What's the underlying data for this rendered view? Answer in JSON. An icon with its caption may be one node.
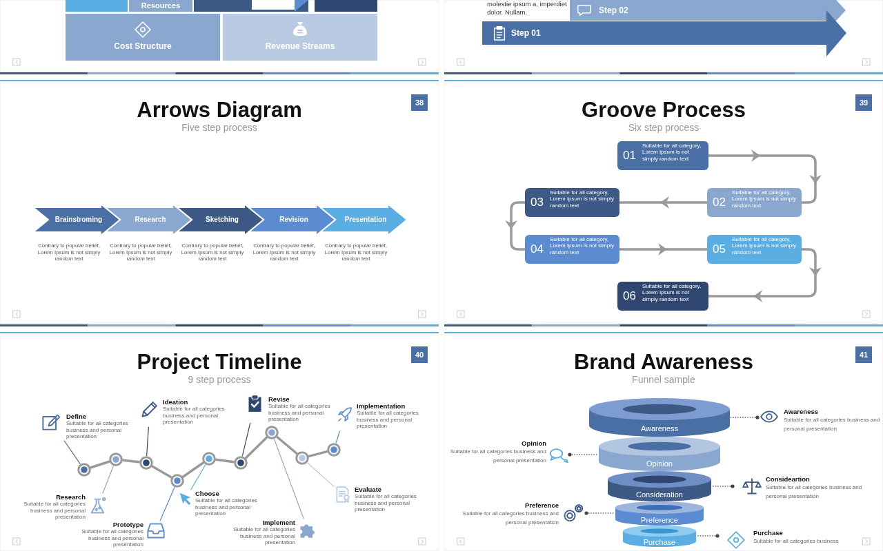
{
  "diagram": {
    "nodes": [
      {
        "text": [],
        "shape": "box"
      },
      {
        "text": [],
        "shape": "box",
        "in": 0
      },
      {
        "text": [
          "Resources"
        ],
        "in": 0
      },
      {
        "text": [],
        "shape": "box",
        "in": 0
      },
      {
        "text": [],
        "shape": "box",
        "in": 0
      },
      {
        "text": [
          "Cost Structure"
        ],
        "in": 0
      },
      {
        "text": [
          "Revenue Streams"
        ],
        "in": 0
      },
      {
        "text": [],
        "shape": "box"
      },
      {
        "text": [
          "Step 02"
        ],
        "in": 7
      },
      {
        "text": [
          "Step 01"
        ],
        "in": 7
      },
      {
        "text": [
          "Arrows Diagram",
          "Five step process"
        ]
      },
      {
        "text": [
          "38"
        ],
        "in": 10
      },
      {
        "text": [
          "Brainstroming"
        ],
        "in": 10,
        "beside": [
          "Contrary to popular belief, Lorem Ipsum is not simply random text"
        ]
      },
      {
        "text": [
          "Research"
        ],
        "in": 10,
        "beside": [
          "Contrary to popular belief, Lorem Ipsum is not simply random text"
        ]
      },
      {
        "text": [
          "Sketching"
        ],
        "in": 10,
        "beside": [
          "Contrary to popular belief, Lorem Ipsum is not simply random text"
        ]
      },
      {
        "text": [
          "Revision"
        ],
        "in": 10,
        "beside": [
          "Contrary to popular belief, Lorem Ipsum is not simply random text"
        ]
      },
      {
        "text": [
          "Presentation"
        ],
        "in": 10,
        "beside": [
          "Contrary to popular belief, Lorem Ipsum is not simply random text"
        ]
      },
      {
        "text": [
          "Groove Process",
          "Six step process"
        ]
      },
      {
        "text": [
          "39"
        ],
        "in": 17
      },
      {
        "text": [
          "01",
          "Suitable for all category, Lorem Ipsum is not simply random text"
        ],
        "in": 17
      },
      {
        "text": [
          "02",
          "Suitable for all category, Lorem Ipsum is not simply random text"
        ],
        "in": 17
      },
      {
        "text": [
          "03",
          "Suitable for all category, Lorem Ipsum is not simply random text"
        ],
        "in": 17
      },
      {
        "text": [
          "04",
          "Suitable for all category, Lorem Ipsum is not simply random text"
        ],
        "in": 17
      },
      {
        "text": [
          "05",
          "Suitable for all category, Lorem Ipsum is not simply random text"
        ],
        "in": 17
      },
      {
        "text": [
          "06",
          "Suitable for all category, Lorem Ipsum is not simply random text"
        ],
        "in": 17
      },
      {
        "text": [
          "Project Timeline",
          "9 step process"
        ]
      },
      {
        "text": [
          "40"
        ],
        "in": 25
      },
      {
        "text": [],
        "shape": "circle",
        "in": 25
      },
      {
        "text": [],
        "shape": "circle",
        "in": 25
      },
      {
        "text": [],
        "shape": "circle",
        "in": 25
      },
      {
        "text": [],
        "shape": "circle",
        "in": 25
      },
      {
        "text": [],
        "shape": "circle",
        "in": 25
      },
      {
        "text": [],
        "shape": "circle",
        "in": 25
      },
      {
        "text": [],
        "shape": "circle",
        "in": 25
      },
      {
        "text": [],
        "shape": "circle",
        "in": 25
      },
      {
        "text": [],
        "shape": "circle",
        "in": 25
      },
      {
        "text": [
          "Define",
          "Suitable for all categories business and personal presentation"
        ],
        "in": 25
      },
      {
        "text": [
          "Research",
          "Suitable for all categories business and personal presentation"
        ],
        "in": 25
      },
      {
        "text": [
          "Ideation",
          "Suitable for all categories business and personal presentation"
        ],
        "in": 25
      },
      {
        "text": [
          "Prototype",
          "Suitable for all categories business and personal presentation"
        ],
        "in": 25
      },
      {
        "text": [
          "Choose",
          "Suitable for all categories business and personal presentation"
        ],
        "in": 25
      },
      {
        "text": [
          "Revise",
          "Suitable for all categories business and personal presentation"
        ],
        "in": 25
      },
      {
        "text": [
          "Implement",
          "Suitable for all categories business and personal presentation"
        ],
        "in": 25
      },
      {
        "text": [
          "Evaluate",
          "Suitable for all categories business and personal presentation"
        ],
        "in": 25
      },
      {
        "text": [
          "Implementation",
          "Suitable for all categories business and personal presentation"
        ],
        "in": 25
      },
      {
        "text": [
          "Brand Awareness",
          "Funnel sample"
        ]
      },
      {
        "text": [
          "41"
        ],
        "in": 45
      },
      {
        "text": [
          "Awareness"
        ],
        "in": 45
      },
      {
        "text": [
          "Opinion"
        ],
        "in": 45
      },
      {
        "text": [
          "Consideration"
        ],
        "in": 45
      },
      {
        "text": [
          "Preference"
        ],
        "in": 45
      },
      {
        "text": [
          "Purchase"
        ],
        "in": 45
      },
      {
        "text": [
          "Awareness",
          "Suitable for all categories business and personal presentation"
        ],
        "in": 45
      },
      {
        "text": [
          "Opinion",
          "Suitable for all categories business and personal presentation"
        ],
        "in": 45
      },
      {
        "text": [
          "Consideartion",
          "Suitable for all categories business and personal presentation"
        ],
        "in": 45
      },
      {
        "text": [
          "Preference",
          "Suitable for all categories business and personal presentation"
        ],
        "in": 45
      },
      {
        "text": [
          "Purchase",
          "Suitable for all categories business"
        ],
        "in": 45
      }
    ],
    "edges": [
      {
        "from": 19,
        "to": 20,
        "arrow": "to"
      },
      {
        "from": 20,
        "to": 21,
        "arrow": "to"
      },
      {
        "from": 21,
        "to": 22,
        "arrow": "to"
      },
      {
        "from": 22,
        "to": 23,
        "arrow": "to"
      },
      {
        "from": 23,
        "to": 24,
        "arrow": "to"
      },
      {
        "from": 27,
        "to": 28,
        "arrow": "none"
      },
      {
        "from": 28,
        "to": 29,
        "arrow": "none"
      },
      {
        "from": 29,
        "to": 30,
        "arrow": "none"
      },
      {
        "from": 30,
        "to": 31,
        "arrow": "none"
      },
      {
        "from": 31,
        "to": 32,
        "arrow": "none"
      },
      {
        "from": 32,
        "to": 33,
        "arrow": "none"
      },
      {
        "from": 33,
        "to": 34,
        "arrow": "none"
      },
      {
        "from": 34,
        "to": 35,
        "arrow": "none"
      },
      {
        "from": 36,
        "to": 27,
        "arrow": "none",
        "color": "#4a6fa5"
      },
      {
        "from": 37,
        "to": 28,
        "arrow": "none",
        "color": "#8aa7cf"
      },
      {
        "from": 38,
        "to": 29,
        "arrow": "none",
        "color": "#2e4670"
      },
      {
        "from": 39,
        "to": 30,
        "arrow": "none",
        "color": "#5b8bd0"
      },
      {
        "from": 40,
        "to": 31,
        "arrow": "none",
        "color": "#5aaee3"
      },
      {
        "from": 41,
        "to": 32,
        "arrow": "none",
        "color": "#2e4670"
      },
      {
        "from": 42,
        "to": 33,
        "arrow": "none",
        "color": "#8aa7cf"
      },
      {
        "from": 43,
        "to": 34,
        "arrow": "none",
        "color": "#b9cbe2"
      },
      {
        "from": 44,
        "to": 35,
        "arrow": "none",
        "color": "#5b8bd0"
      },
      {
        "from": 52,
        "to": 47,
        "arrow": "other",
        "style": "dashed",
        "color": "#444444"
      },
      {
        "from": 53,
        "to": 48,
        "arrow": "other",
        "style": "dashed",
        "color": "#444444"
      },
      {
        "from": 54,
        "to": 49,
        "arrow": "other",
        "style": "dashed",
        "color": "#444444"
      },
      {
        "from": 55,
        "to": 50,
        "arrow": "other",
        "style": "dashed",
        "color": "#444444"
      },
      {
        "from": 56,
        "to": 51,
        "arrow": "other",
        "style": "dashed",
        "color": "#444444"
      }
    ],
    "labels": [
      "molestie ipsum a, imperdiet dolor. Nullam."
    ]
  }
}
